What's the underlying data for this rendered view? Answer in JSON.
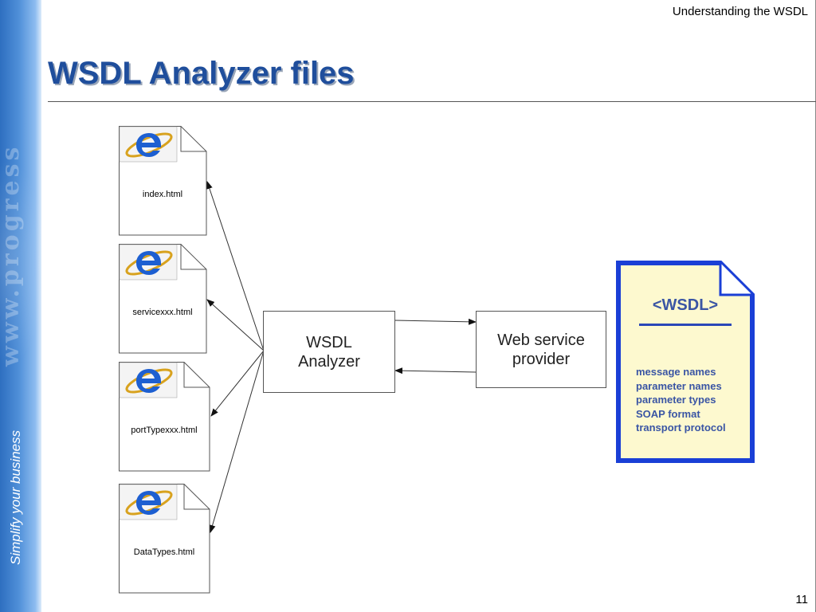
{
  "header": {
    "section_label": "Understanding the WSDL",
    "title": "WSDL Analyzer files"
  },
  "sidebar": {
    "tagline": "Simplify your business",
    "watermark": "www.progress"
  },
  "files": [
    {
      "name": "index.html",
      "icon": "internet-explorer-icon"
    },
    {
      "name": "servicexxx.html",
      "icon": "internet-explorer-icon"
    },
    {
      "name": "portTypexxx.html",
      "icon": "internet-explorer-icon"
    },
    {
      "name": "DataTypes.html",
      "icon": "internet-explorer-icon"
    }
  ],
  "analyzer_box": {
    "label": "WSDL\nAnalyzer"
  },
  "provider_box": {
    "label": "Web service\nprovider"
  },
  "wsdl_document": {
    "heading": "<WSDL>",
    "items": [
      "message names",
      "parameter names",
      "parameter types",
      "SOAP format",
      "transport protocol"
    ]
  },
  "footer": {
    "page_number": "11"
  },
  "colors": {
    "title": "#1f4e9c",
    "wsdl_border": "#1a3fd6",
    "wsdl_fill": "#fdf9cf",
    "wsdl_text": "#3a55a4",
    "ie_blue": "#1d5fd1",
    "ie_gold": "#d8a21e"
  }
}
